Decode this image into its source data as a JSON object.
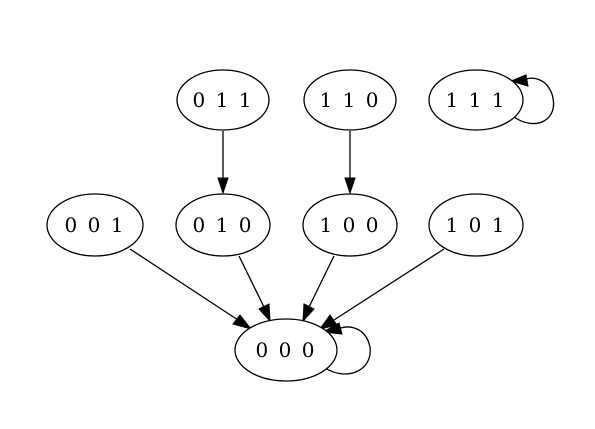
{
  "diagram": {
    "nodes": [
      {
        "id": "011",
        "label": "0 1 1"
      },
      {
        "id": "110",
        "label": "1 1 0"
      },
      {
        "id": "111",
        "label": "1 1 1"
      },
      {
        "id": "001",
        "label": "0 0 1"
      },
      {
        "id": "010",
        "label": "0 1 0"
      },
      {
        "id": "100",
        "label": "1 0 0"
      },
      {
        "id": "101",
        "label": "1 0 1"
      },
      {
        "id": "000",
        "label": "0 0 0"
      }
    ],
    "edges": [
      {
        "from": "011",
        "to": "010"
      },
      {
        "from": "110",
        "to": "100"
      },
      {
        "from": "111",
        "to": "111"
      },
      {
        "from": "001",
        "to": "000"
      },
      {
        "from": "010",
        "to": "000"
      },
      {
        "from": "100",
        "to": "000"
      },
      {
        "from": "101",
        "to": "000"
      },
      {
        "from": "000",
        "to": "000"
      }
    ]
  }
}
